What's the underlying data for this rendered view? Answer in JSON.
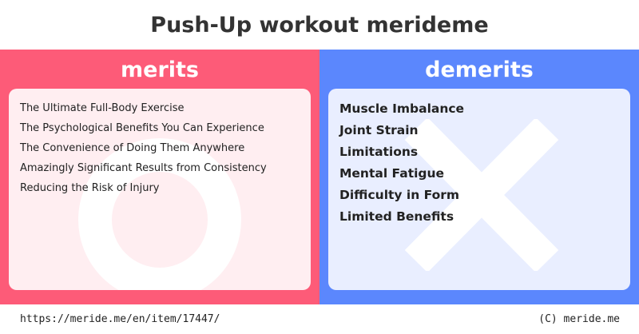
{
  "title": "Push-Up workout merideme",
  "colors": {
    "merits_accent": "#fd5b78",
    "merits_card": "#ffeef1",
    "demerits_accent": "#5b87fd",
    "demerits_card": "#e9eeff"
  },
  "merits": {
    "heading": "merits",
    "icon": "circle-icon",
    "items": [
      "The Ultimate Full-Body Exercise",
      "The Psychological Benefits You Can Experience",
      "The Convenience of Doing Them Anywhere",
      "Amazingly Significant Results from Consistency",
      "Reducing the Risk of Injury"
    ]
  },
  "demerits": {
    "heading": "demerits",
    "icon": "cross-icon",
    "items": [
      "Muscle Imbalance",
      "Joint Strain",
      "Limitations",
      "Mental Fatigue",
      "Difficulty in Form",
      "Limited Benefits"
    ]
  },
  "footer": {
    "url": "https://meride.me/en/item/17447/",
    "copyright": "(C) meride.me"
  }
}
